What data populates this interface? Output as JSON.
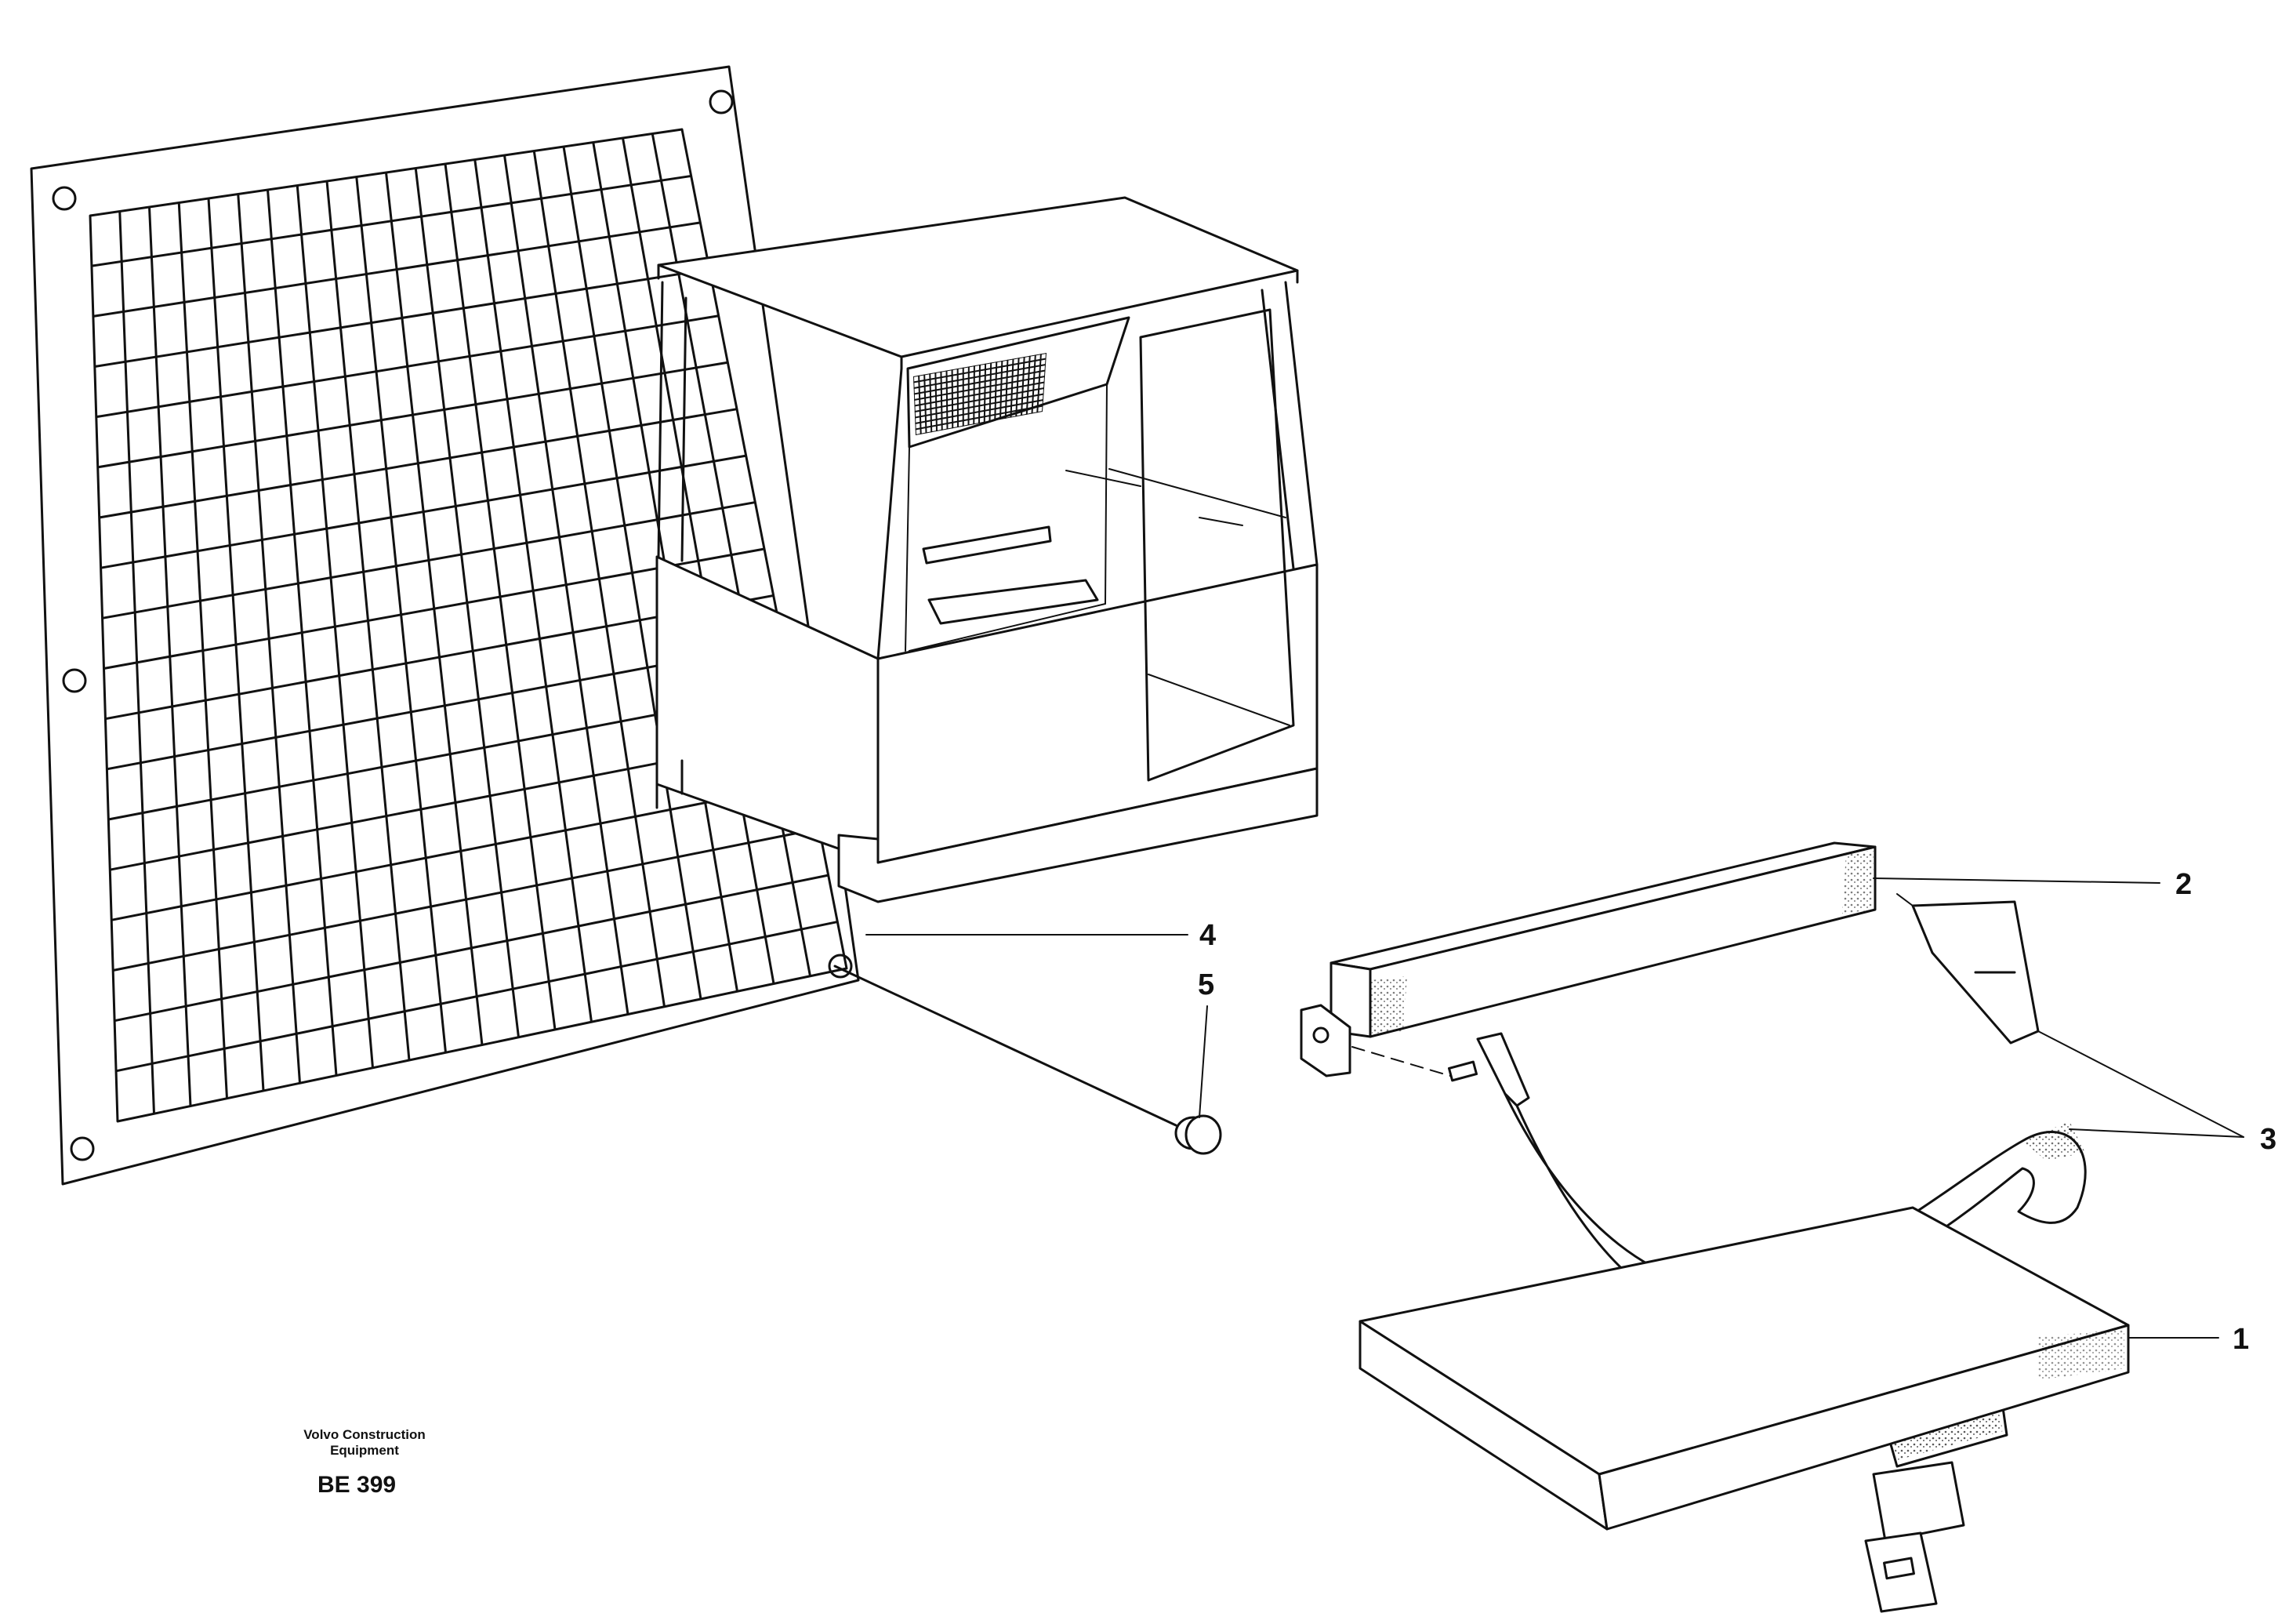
{
  "callouts": [
    {
      "id": "1",
      "label": "1"
    },
    {
      "id": "2",
      "label": "2"
    },
    {
      "id": "3",
      "label": "3"
    },
    {
      "id": "4",
      "label": "4"
    },
    {
      "id": "5",
      "label": "5"
    }
  ],
  "credit": {
    "line1": "Volvo Construction",
    "line2": "Equipment",
    "code": "BE 399"
  }
}
